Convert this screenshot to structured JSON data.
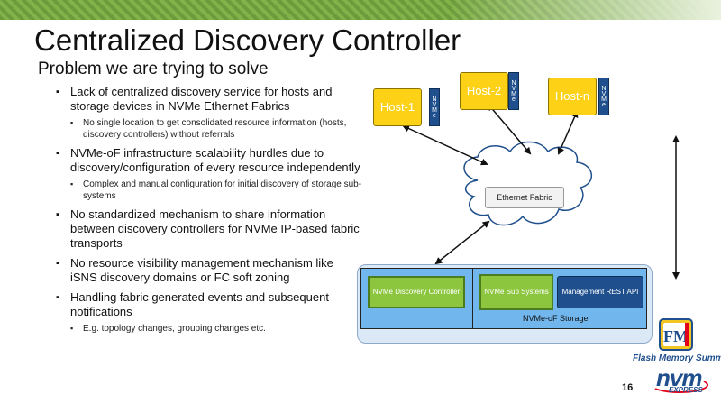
{
  "slide": {
    "title": "Centralized Discovery Controller",
    "subtitle": "Problem we are trying to solve",
    "page_number": "16",
    "bullets": [
      {
        "text": "Lack of centralized discovery service for hosts and storage devices in NVMe Ethernet Fabrics",
        "sub": [
          "No single location to get consolidated resource information (hosts, discovery controllers) without referrals"
        ]
      },
      {
        "text": "NVMe-oF infrastructure scalability hurdles due to discovery/configuration of every resource independently",
        "sub": [
          "Complex and manual configuration for initial discovery of storage sub-systems"
        ]
      },
      {
        "text": "No standardized mechanism to share information between discovery controllers for NVMe IP-based fabric transports",
        "sub": []
      },
      {
        "text": "No resource visibility management mechanism like iSNS discovery domains or FC soft zoning",
        "sub": []
      },
      {
        "text": "Handling fabric generated events and subsequent notifications",
        "sub": [
          "E.g. topology changes, grouping changes etc."
        ]
      }
    ]
  },
  "diagram": {
    "hosts": [
      {
        "label": "Host-1",
        "tag": "NVMe"
      },
      {
        "label": "Host-2",
        "tag": "NVMe"
      },
      {
        "label": "Host-n",
        "tag": "NVMe"
      }
    ],
    "fabric_label": "Ethernet Fabric",
    "storage": {
      "discovery_controller": "NVMe Discovery Controller",
      "subsystems": "NVMe Sub Systems",
      "management_api": "Management REST API",
      "label": "NVMe-oF Storage"
    }
  },
  "branding": {
    "event_name": "Flash Memory Summit",
    "logo_letters": "FMS",
    "nvm_logo": "nvm",
    "nvm_sub": "EXPRESS"
  },
  "colors": {
    "host_fill": "#fcd116",
    "nvme_tag": "#1f4f8c",
    "storage_blue": "#71b6ec",
    "green_box": "#8cc63f",
    "accent_bar": "#6c9b3c"
  }
}
